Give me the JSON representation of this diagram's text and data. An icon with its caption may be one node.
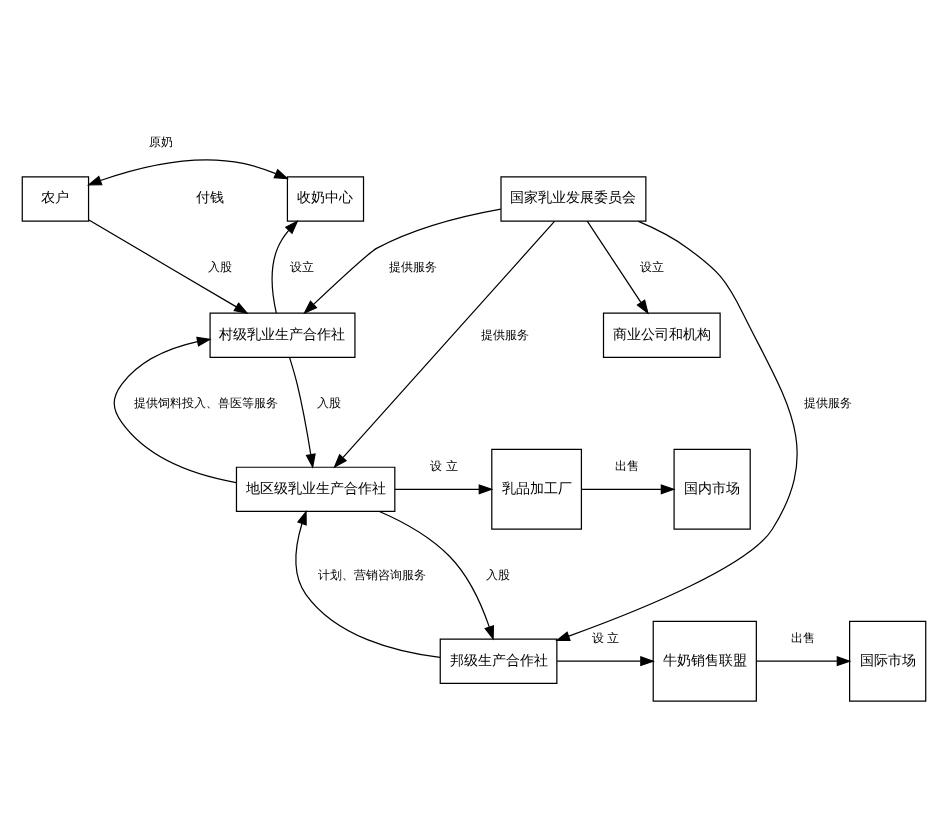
{
  "diagram": {
    "nodes": [
      {
        "text": [
          "农户"
        ]
      },
      {
        "text": [
          "收奶中心"
        ]
      },
      {
        "text": [
          "村级乳业生产合作社"
        ]
      },
      {
        "text": [
          "地区级乳业生产合作社"
        ]
      },
      {
        "text": [
          "乳品加工厂"
        ]
      },
      {
        "text": [
          "国内市场"
        ]
      },
      {
        "text": [
          "邦级生产合作社"
        ]
      },
      {
        "text": [
          "牛奶销售联盟"
        ]
      },
      {
        "text": [
          "国际市场"
        ]
      },
      {
        "text": [
          "国家乳业发展委员会"
        ]
      },
      {
        "text": [
          "商业公司和机构"
        ]
      }
    ],
    "edges": [
      {
        "from": 0,
        "to": 1,
        "arrow": "both",
        "label": "原奶"
      },
      {
        "from": 0,
        "to": 2,
        "arrow": "to",
        "label": "入股"
      },
      {
        "from": 2,
        "to": 1,
        "arrow": "to",
        "label": "设立"
      },
      {
        "from": 3,
        "to": 2,
        "arrow": "to",
        "label": "提供饲料投入、兽医等服务"
      },
      {
        "from": 2,
        "to": 3,
        "arrow": "to",
        "label": "入股"
      },
      {
        "from": 3,
        "to": 4,
        "arrow": "to",
        "label": "设 立"
      },
      {
        "from": 4,
        "to": 5,
        "arrow": "to",
        "label": "出售"
      },
      {
        "from": 3,
        "to": 6,
        "arrow": "to",
        "label": "入股"
      },
      {
        "from": 6,
        "to": 3,
        "arrow": "to",
        "label": "计划、营销咨询服务"
      },
      {
        "from": 6,
        "to": 7,
        "arrow": "to",
        "label": "设 立"
      },
      {
        "from": 7,
        "to": 8,
        "arrow": "to",
        "label": "出售"
      },
      {
        "from": 9,
        "to": 2,
        "arrow": "to",
        "label": "提供服务"
      },
      {
        "from": 9,
        "to": 3,
        "arrow": "to",
        "label": "提供服务"
      },
      {
        "from": 9,
        "to": 6,
        "arrow": "to",
        "label": "提供服务"
      },
      {
        "from": 9,
        "to": 10,
        "arrow": "to",
        "label": "设立"
      }
    ],
    "labels": [
      "付钱"
    ]
  }
}
